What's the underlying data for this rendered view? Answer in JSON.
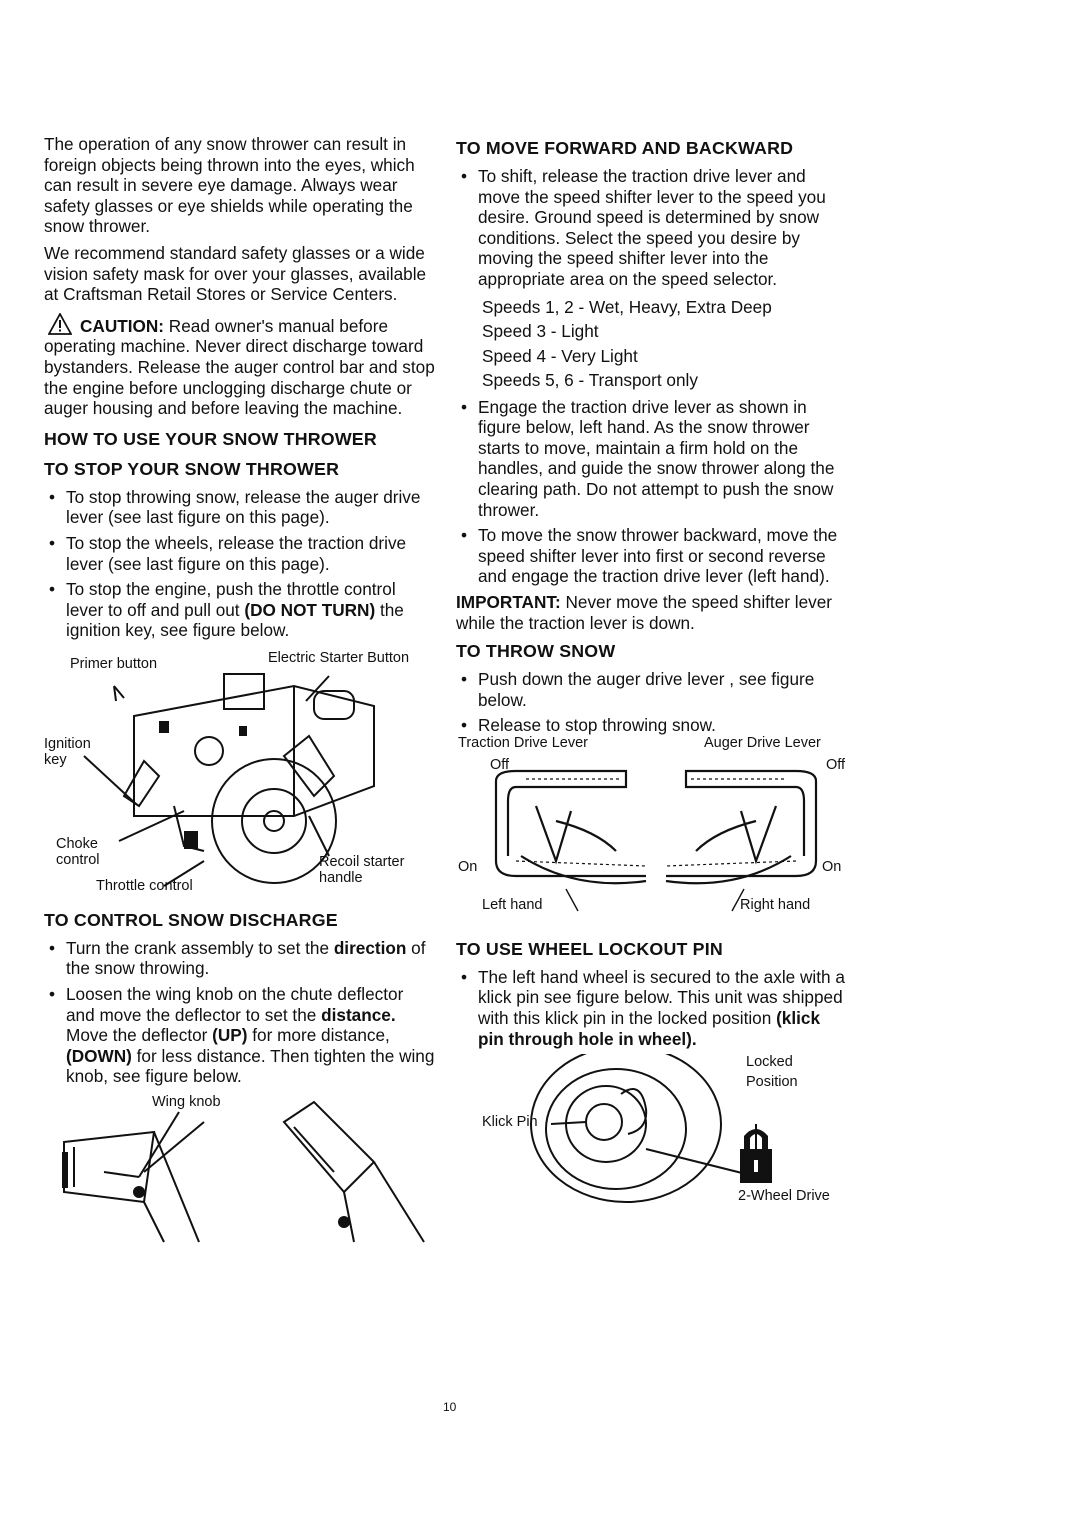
{
  "left": {
    "intro_p1": "The operation of any snow thrower can result in foreign objects being thrown into the eyes, which can result in severe eye damage. Always wear safety glasses or eye shields while operating the snow thrower.",
    "intro_p2": "We recommend standard safety glasses or a wide vision safety mask for over your glasses, available at Craftsman Retail Stores or Service Centers.",
    "caution_word": "CAUTION:",
    "caution_text": " Read owner's manual before operating machine. Never direct discharge toward bystanders. Release the auger control bar and stop the engine before unclogging discharge chute or auger housing and before leaving the machine.",
    "heading_how": "HOW TO USE YOUR SNOW THROWER",
    "heading_stop": "TO STOP YOUR SNOW THROWER",
    "stop_items": [
      "To stop throwing snow, release the auger drive lever (see last figure on this page).",
      "To stop the wheels, release the traction drive lever (see last figure on this page)."
    ],
    "stop_engine_a": "To stop the engine, push the throttle control lever to off and pull out ",
    "stop_engine_bold1": "(DO NOT TURN)",
    "stop_engine_b": " the ignition key, see figure below.",
    "engine_fig": {
      "primer": "Primer button",
      "electric": "Electric Starter Button",
      "ignition": "Ignition key",
      "choke": "Choke control",
      "throttle": "Throttle control",
      "recoil": "Recoil starter handle"
    },
    "heading_discharge": "TO CONTROL SNOW DISCHARGE",
    "discharge_1a": "Turn the crank assembly to set the ",
    "discharge_1b": "direction",
    "discharge_1c": " of the snow throwing.",
    "discharge_2a": "Loosen the wing knob on the chute deflector and move the deflector to set the ",
    "discharge_2b": "distance.",
    "discharge_2c": " Move the deflector ",
    "discharge_2d": "(UP)",
    "discharge_2e": " for more distance, ",
    "discharge_2f": "(DOWN)",
    "discharge_2g": " for less distance. Then tighten the wing knob, see figure below.",
    "wing_knob": "Wing knob"
  },
  "right": {
    "heading_move": "TO MOVE FORWARD AND BACKWARD",
    "move_1": "To shift, release the traction drive lever and move the speed shifter lever to the speed you desire. Ground speed is determined by snow conditions. Select the speed you desire by moving the speed shifter lever into the appropriate area on the speed selector.",
    "speeds": [
      "Speeds 1, 2 - Wet, Heavy, Extra Deep",
      "Speed 3 - Light",
      "Speed 4 - Very Light",
      "Speeds 5, 6 - Transport only"
    ],
    "move_2": "Engage the traction drive lever as shown in figure below, left hand. As the snow thrower starts to move, maintain a firm hold on the handles, and guide the snow thrower along the clearing path. Do not attempt to push the snow thrower.",
    "move_3": "To move the snow thrower backward, move the speed shifter lever into first or second reverse and engage the traction drive lever (left hand).",
    "important_word": "IMPORTANT:",
    "important_text": " Never move the speed shifter lever while the traction lever is down.",
    "heading_throw": "TO THROW SNOW",
    "throw_1": "Push down the auger drive lever , see figure below.",
    "throw_2": "Release to stop throwing snow.",
    "handle_fig": {
      "traction": "Traction Drive Lever",
      "auger": "Auger Drive Lever",
      "off_left": "Off",
      "off_right": "Off",
      "on_left": "On",
      "on_right": "On",
      "left_hand": "Left hand",
      "right_hand": "Right hand"
    },
    "heading_wheel": "TO USE WHEEL LOCKOUT PIN",
    "wheel_1a": "The left hand wheel is secured to the axle with a klick pin see figure below. This unit was shipped with this klick pin in the locked position ",
    "wheel_1b": "(klick pin through hole in wheel).",
    "wheel_fig": {
      "locked": "Locked",
      "position": "Position",
      "klick": "Klick Pin",
      "drive": "2-Wheel Drive"
    }
  },
  "page_number": "10"
}
